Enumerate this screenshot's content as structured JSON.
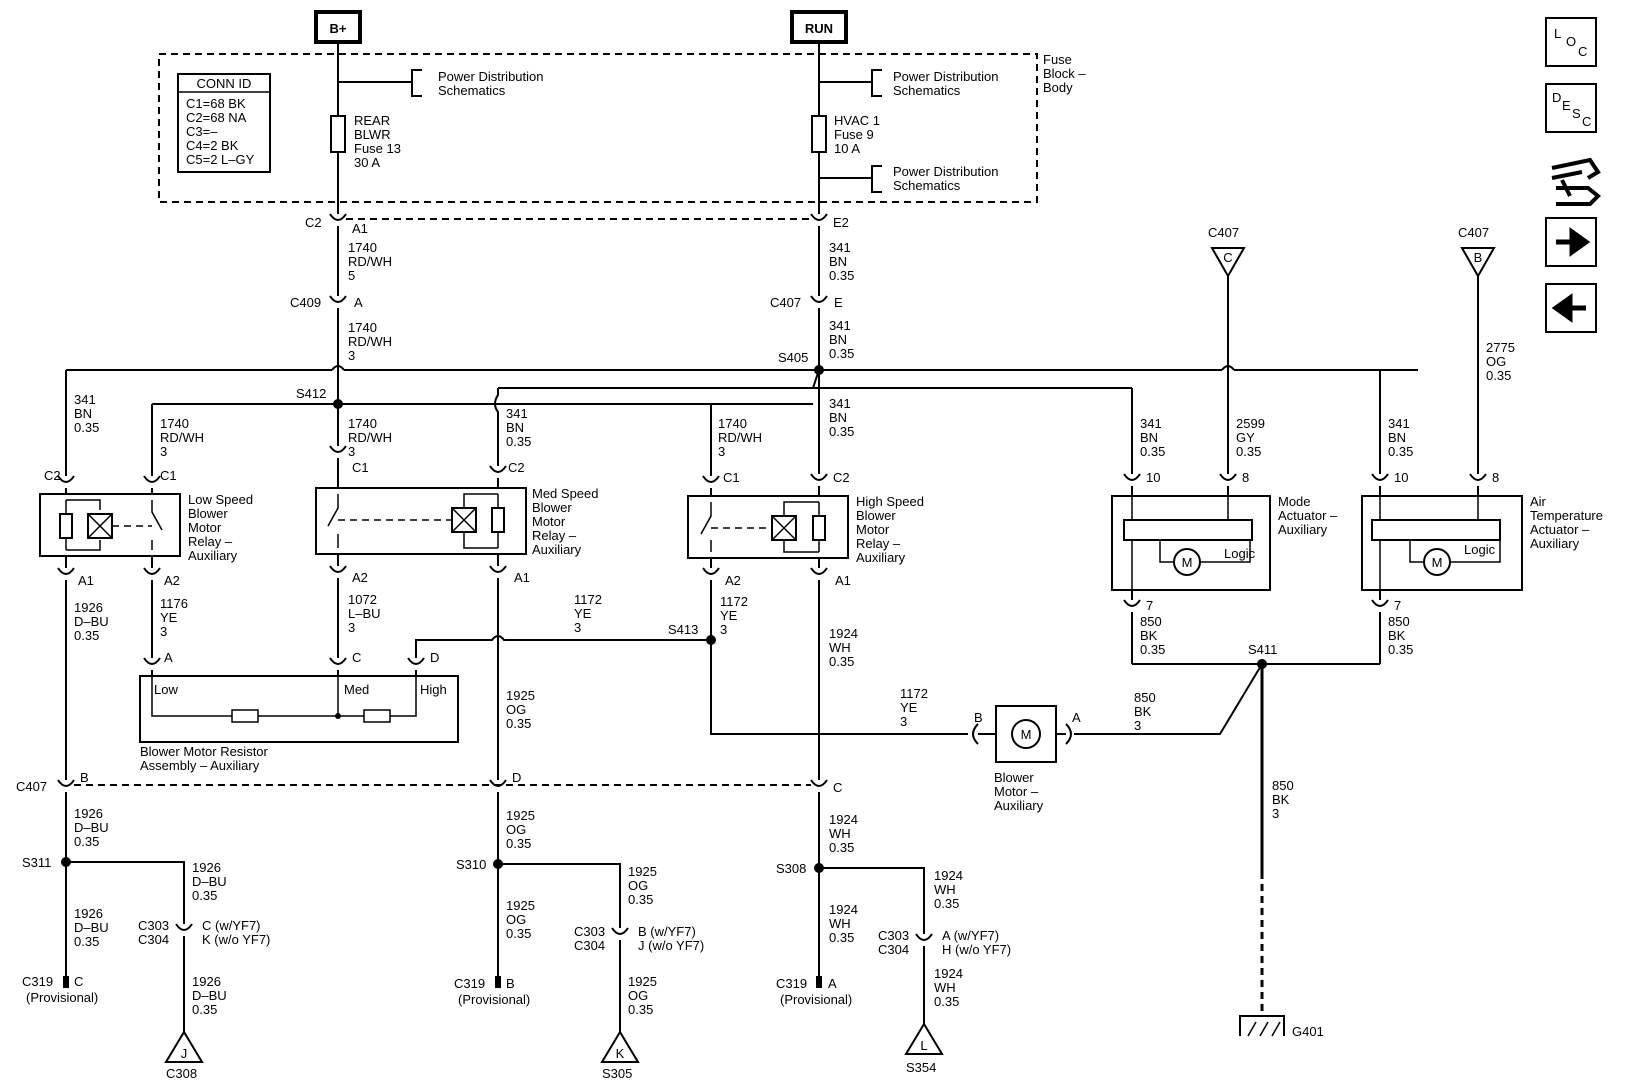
{
  "top_labels": {
    "bplus": "B+",
    "run": "RUN"
  },
  "fuse_block": {
    "line1": "Fuse",
    "line2": "Block –",
    "line3": "Body"
  },
  "conn_id": {
    "title": "CONN ID",
    "rows": [
      "C1=68 BK",
      "C2=68 NA",
      "C3=–",
      "C4=2 BK",
      "C5=2 L–GY"
    ]
  },
  "pds": {
    "line1": "Power Distribution",
    "line2": "Schematics"
  },
  "fuse_rear": [
    "REAR",
    "BLWR",
    "Fuse 13",
    "30 A"
  ],
  "fuse_hvac": [
    "HVAC 1",
    "Fuse 9",
    "10 A"
  ],
  "conn": {
    "c2": "C2",
    "a1": "A1",
    "e2": "E2",
    "c409": "C409",
    "a": "A",
    "c407": "C407",
    "e": "E",
    "b": "B",
    "d": "D",
    "c": "C",
    "c1": "C1",
    "a2": "A2",
    "ten": "10",
    "eight": "8",
    "seven": "7",
    "c303": "C303",
    "c304": "C304",
    "c319": "C319",
    "provisional": "(Provisional)",
    "c_wyf7": "C (w/YF7)",
    "k_wo": "K (w/o YF7)",
    "b_wyf7": "B (w/YF7)",
    "j_wo": "J (w/o YF7)",
    "a_wyf7": "A (w/YF7)",
    "h_wo": "H (w/o YF7)",
    "c_letter": "C",
    "b_letter": "B",
    "a_letter": "A"
  },
  "splices": {
    "s405": "S405",
    "s412": "S412",
    "s413": "S413",
    "s411": "S411",
    "s311": "S311",
    "s310": "S310",
    "s308": "S308"
  },
  "wires": {
    "w1740_5": [
      "1740",
      "RD/WH",
      "5"
    ],
    "w1740_3": [
      "1740",
      "RD/WH",
      "3"
    ],
    "w341": [
      "341",
      "BN",
      "0.35"
    ],
    "w2775": [
      "2775",
      "OG",
      "0.35"
    ],
    "w2599": [
      "2599",
      "GY",
      "0.35"
    ],
    "w1926": [
      "1926",
      "D–BU",
      "0.35"
    ],
    "w1176": [
      "1176",
      "YE",
      "3"
    ],
    "w1072": [
      "1072",
      "L–BU",
      "3"
    ],
    "w1172": [
      "1172",
      "YE",
      "3"
    ],
    "w1925": [
      "1925",
      "OG",
      "0.35"
    ],
    "w1924": [
      "1924",
      "WH",
      "0.35"
    ],
    "w850_035": [
      "850",
      "BK",
      "0.35"
    ],
    "w850_3": [
      "850",
      "BK",
      "3"
    ]
  },
  "components": {
    "low_relay": [
      "Low Speed",
      "Blower",
      "Motor",
      "Relay –",
      "Auxiliary"
    ],
    "med_relay": [
      "Med Speed",
      "Blower",
      "Motor",
      "Relay –",
      "Auxiliary"
    ],
    "high_relay": [
      "High Speed",
      "Blower",
      "Motor",
      "Relay –",
      "Auxiliary"
    ],
    "mode_act": [
      "Mode",
      "Actuator –",
      "Auxiliary"
    ],
    "air_act": [
      "Air",
      "Temperature",
      "Actuator –",
      "Auxiliary"
    ],
    "logic": "Logic",
    "motor_m": "M",
    "resistor": [
      "Blower Motor Resistor",
      "Assembly – Auxiliary"
    ],
    "res_low": "Low",
    "res_med": "Med",
    "res_high": "High",
    "blower_motor": [
      "Blower",
      "Motor –",
      "Auxiliary"
    ]
  },
  "offpage": {
    "c407_c": "C407",
    "c407_b": "C407",
    "tri_c": "C",
    "tri_b": "B",
    "tri_j": "J",
    "tri_k": "K",
    "tri_l": "L",
    "c308": "C308",
    "s305": "S305",
    "s354": "S354",
    "g401": "G401"
  },
  "nav": {
    "loc": [
      "L",
      "O",
      "C"
    ],
    "desc": [
      "D",
      "E",
      "S",
      "C"
    ]
  }
}
